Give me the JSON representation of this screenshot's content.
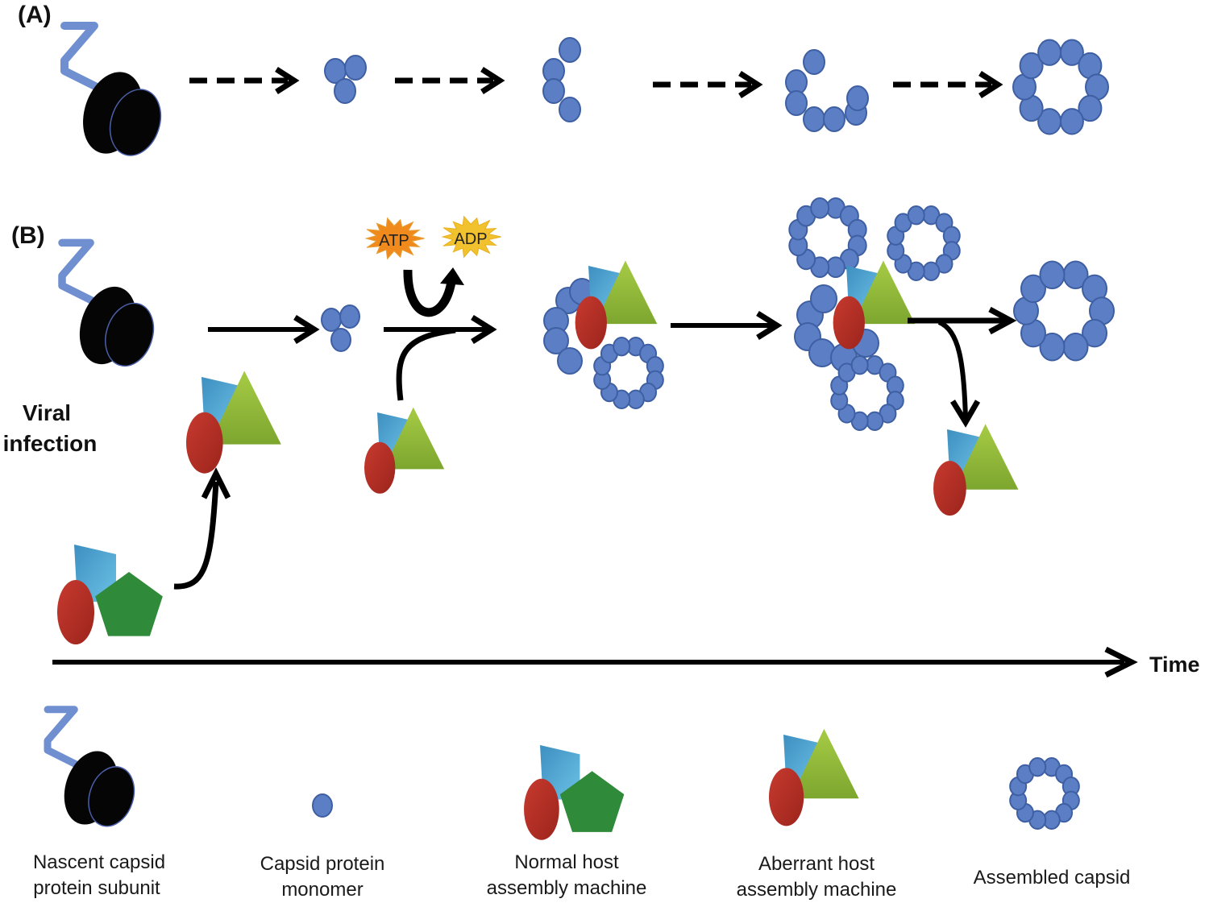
{
  "figure": {
    "panels": {
      "a_label": "(A)",
      "b_label": "(B)"
    },
    "viral_infection_label": [
      "Viral",
      "infection"
    ],
    "atp_label": "ATP",
    "adp_label": "ADP",
    "time_axis_label": "Time",
    "legend": [
      {
        "id": "nascent",
        "lines": [
          "Nascent capsid",
          "protein subunit"
        ]
      },
      {
        "id": "monomer",
        "lines": [
          "Capsid protein",
          "monomer"
        ]
      },
      {
        "id": "normal",
        "lines": [
          "Normal host",
          "assembly machine"
        ]
      },
      {
        "id": "aberrant",
        "lines": [
          "Aberrant host",
          "assembly machine"
        ]
      },
      {
        "id": "capsid",
        "lines": [
          "Assembled capsid"
        ]
      }
    ],
    "colors": {
      "subunit_blue": "#5b7ec4",
      "subunit_stroke": "#3f5fa3",
      "mrna_blue": "#6f8fd0",
      "ribosome": "#050505",
      "red_oval": "#b32d24",
      "cyan_block": "#4aa3cf",
      "lime_triangle": "#8fb63a",
      "green_pentagon": "#2f8a3a",
      "atp_orange": "#f08a1c",
      "adp_yellow": "#f2c12e",
      "arrow": "#000000"
    },
    "assembly_steps_panel_a": [
      {
        "stage": "ribosome"
      },
      {
        "stage": "trimer",
        "subunits": 3
      },
      {
        "stage": "chain",
        "subunits": 4
      },
      {
        "stage": "partial-ring",
        "subunits": 7
      },
      {
        "stage": "full-ring",
        "subunits": 10
      }
    ]
  }
}
